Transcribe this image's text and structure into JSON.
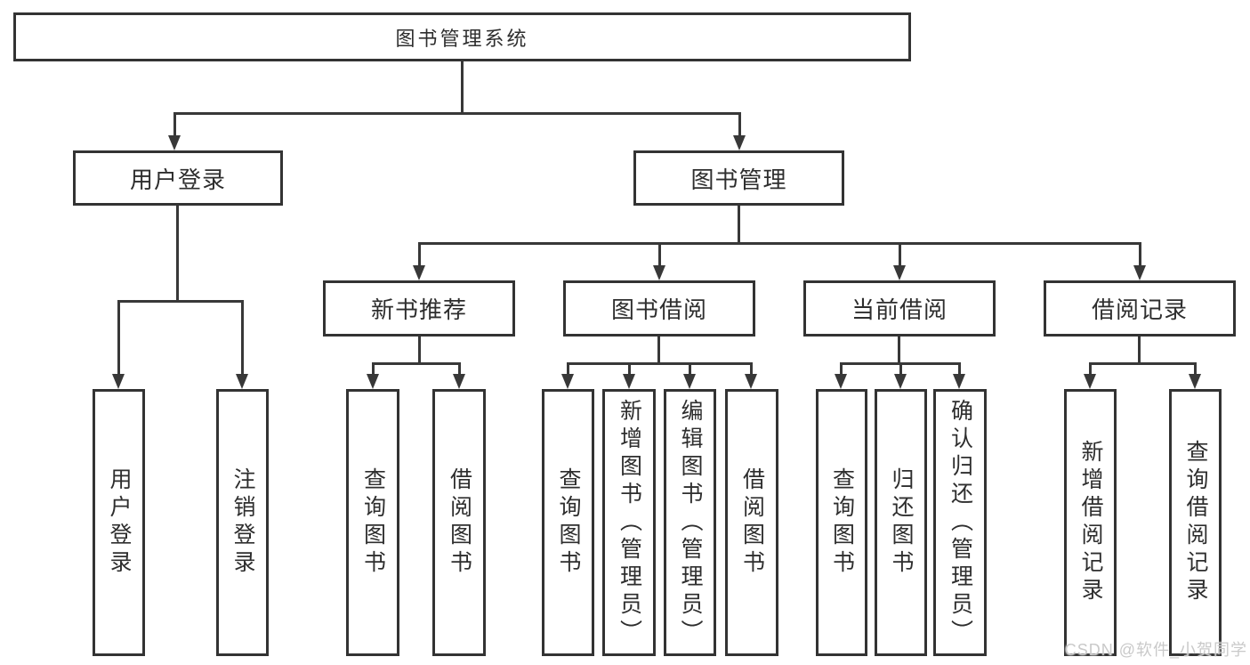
{
  "diagram": {
    "nodes": {
      "root": "图书管理系统",
      "user_login": "用户登录",
      "book_mgmt": "图书管理",
      "new_books": "新书推荐",
      "book_borrow": "图书借阅",
      "current_borrow": "当前借阅",
      "borrow_records": "借阅记录",
      "leaf_user_login": "用户登录",
      "leaf_logout": "注销登录",
      "leaf_nb_query": "查询图书",
      "leaf_nb_borrow": "借阅图书",
      "leaf_bb_query": "查询图书",
      "leaf_bb_add": "新增图书（管理员）",
      "leaf_bb_edit": "编辑图书（管理员）",
      "leaf_bb_borrow": "借阅图书",
      "leaf_cb_query": "查询图书",
      "leaf_cb_return": "归还图书",
      "leaf_cb_confirm": "确认归还（管理员）",
      "leaf_br_add": "新增借阅记录",
      "leaf_br_query": "查询借阅记录"
    },
    "colors": {
      "line": "#383838",
      "border": "#333333",
      "text": "#2e2e2e",
      "background": "#ffffff",
      "watermark": "#c9c9c9"
    }
  },
  "watermark": "CSDN @软件_小贺同学"
}
